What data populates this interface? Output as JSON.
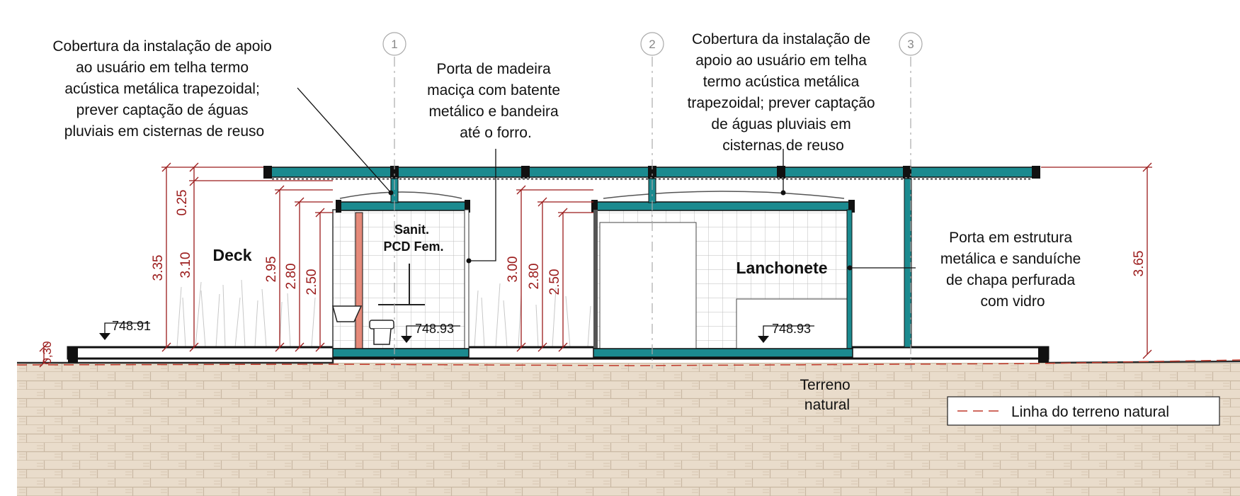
{
  "notes": {
    "left_roof": [
      "Cobertura da instalação de apoio",
      "ao usuário em telha termo",
      "acústica metálica trapezoidal;",
      "prever captação de águas",
      "pluviais em cisternas de reuso"
    ],
    "door_wood": [
      "Porta de madeira",
      "maciça com batente",
      "metálico e bandeira",
      "até o forro."
    ],
    "right_roof": [
      "Cobertura da instalação de",
      "apoio ao usuário em telha",
      "termo acústica metálica",
      "trapezoidal; prever captação",
      "de águas pluviais em",
      "cisternas de reuso"
    ],
    "door_metal": [
      "Porta em estrutura",
      "metálica e sanduíche",
      "de chapa perfurada",
      "com vidro"
    ]
  },
  "rooms": {
    "deck": "Deck",
    "sanit": [
      "Sanit.",
      "PCD Fem."
    ],
    "lanchonete": "Lanchonete",
    "terreno": [
      "Terreno",
      "natural"
    ]
  },
  "axes": [
    "1",
    "2",
    "3"
  ],
  "levels": {
    "deck": "748.91",
    "sanit": "748.93",
    "lanchonete": "748.93"
  },
  "dimensions": {
    "d_335": "3.35",
    "d_025": "0.25",
    "d_310": "3.10",
    "d_030": "0,30",
    "d_295": "2.95",
    "d_280a": "2.80",
    "d_250a": "2.50",
    "d_300": "3.00",
    "d_280b": "2.80",
    "d_250b": "2.50",
    "d_365": "3.65"
  },
  "legend": {
    "label": "Linha do terreno natural",
    "line_color": "#c0392b"
  },
  "colors": {
    "structure": "#1b8a8f",
    "dimension": "#9b1b1b",
    "ground": "#e9dccb",
    "ground_pattern": "#c9b8a3",
    "accent_wall": "#e58a7a"
  }
}
